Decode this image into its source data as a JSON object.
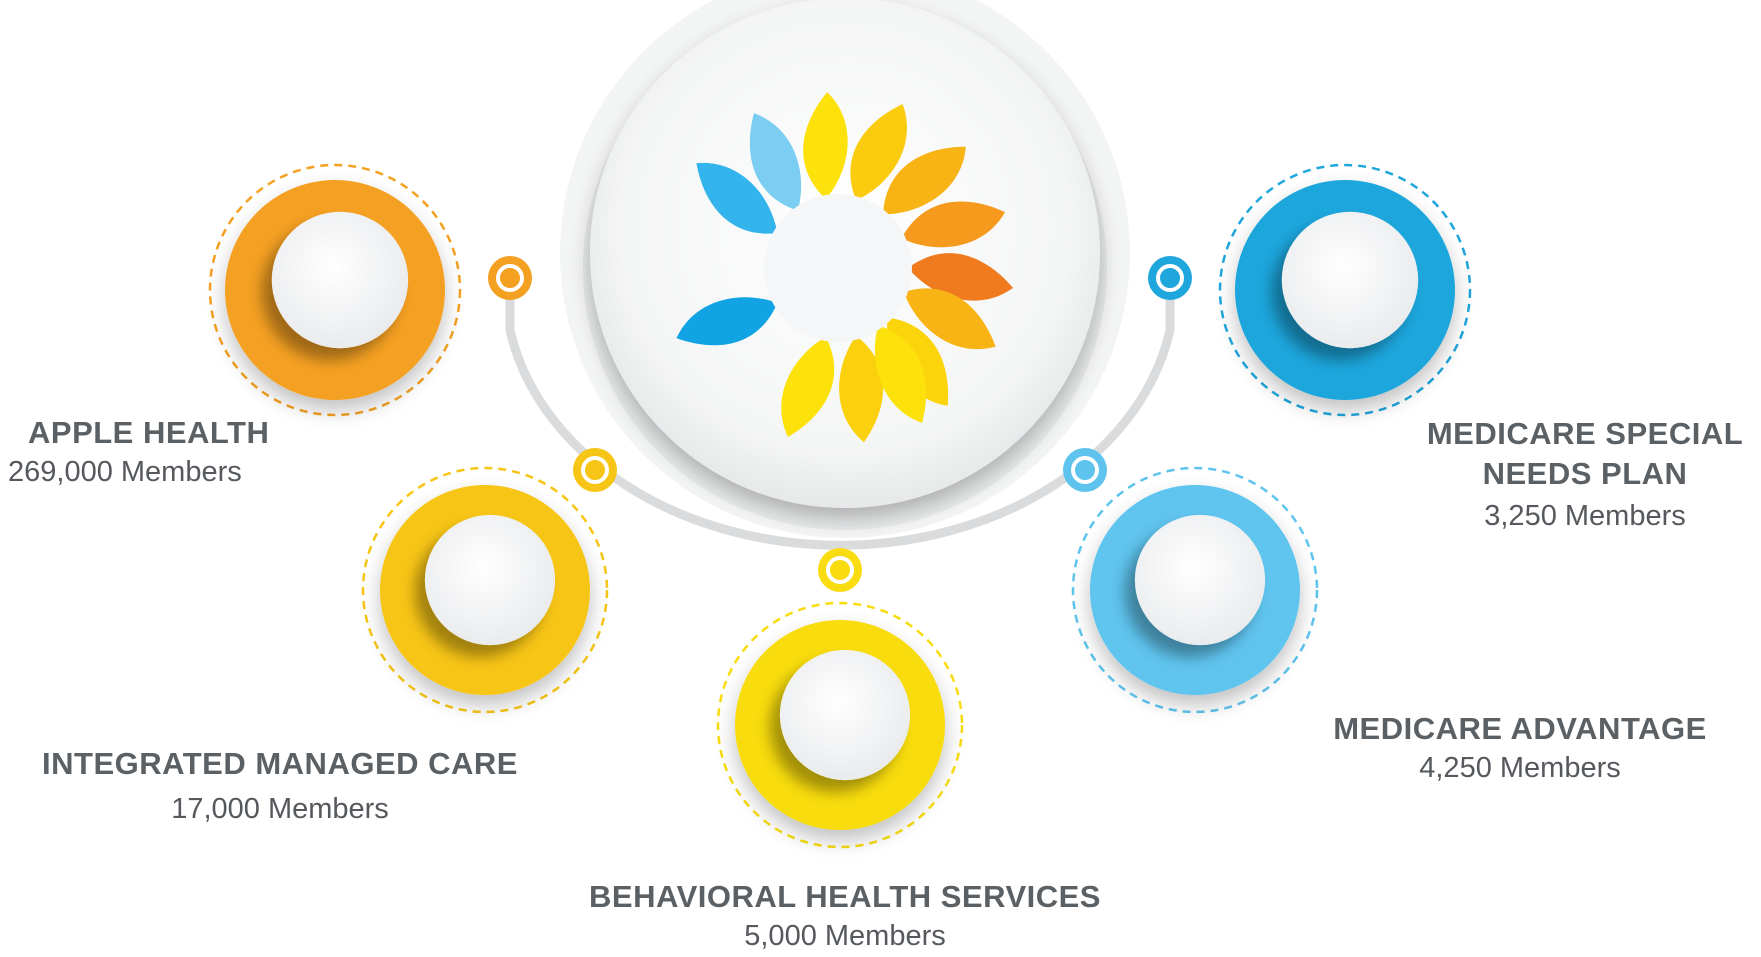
{
  "plans": [
    {
      "title": "APPLE HEALTH",
      "members": "269,000 Members",
      "color": "#f4a021"
    },
    {
      "title": "INTEGRATED MANAGED CARE",
      "members": "17,000 Members",
      "color": "#f7c515"
    },
    {
      "title": "BEHAVIORAL HEALTH SERVICES",
      "members": "5,000 Members",
      "color": "#f8dc0f"
    },
    {
      "title": "MEDICARE ADVANTAGE",
      "members": "4,250 Members",
      "color": "#5ec4ee"
    },
    {
      "title": "MEDICARE SPECIAL NEEDS PLAN",
      "members": "3,250 Members",
      "color": "#1fa6dc"
    }
  ],
  "logo": {
    "icon": "sun-c-logo-icon"
  },
  "colors": {
    "orange": "#f4a021",
    "gold": "#f7c515",
    "yellow": "#f8dc0f",
    "light_blue": "#5ec4ee",
    "blue": "#1fa6dc",
    "arc_gray": "#d9dbdc",
    "text_gray": "#5b6064"
  }
}
